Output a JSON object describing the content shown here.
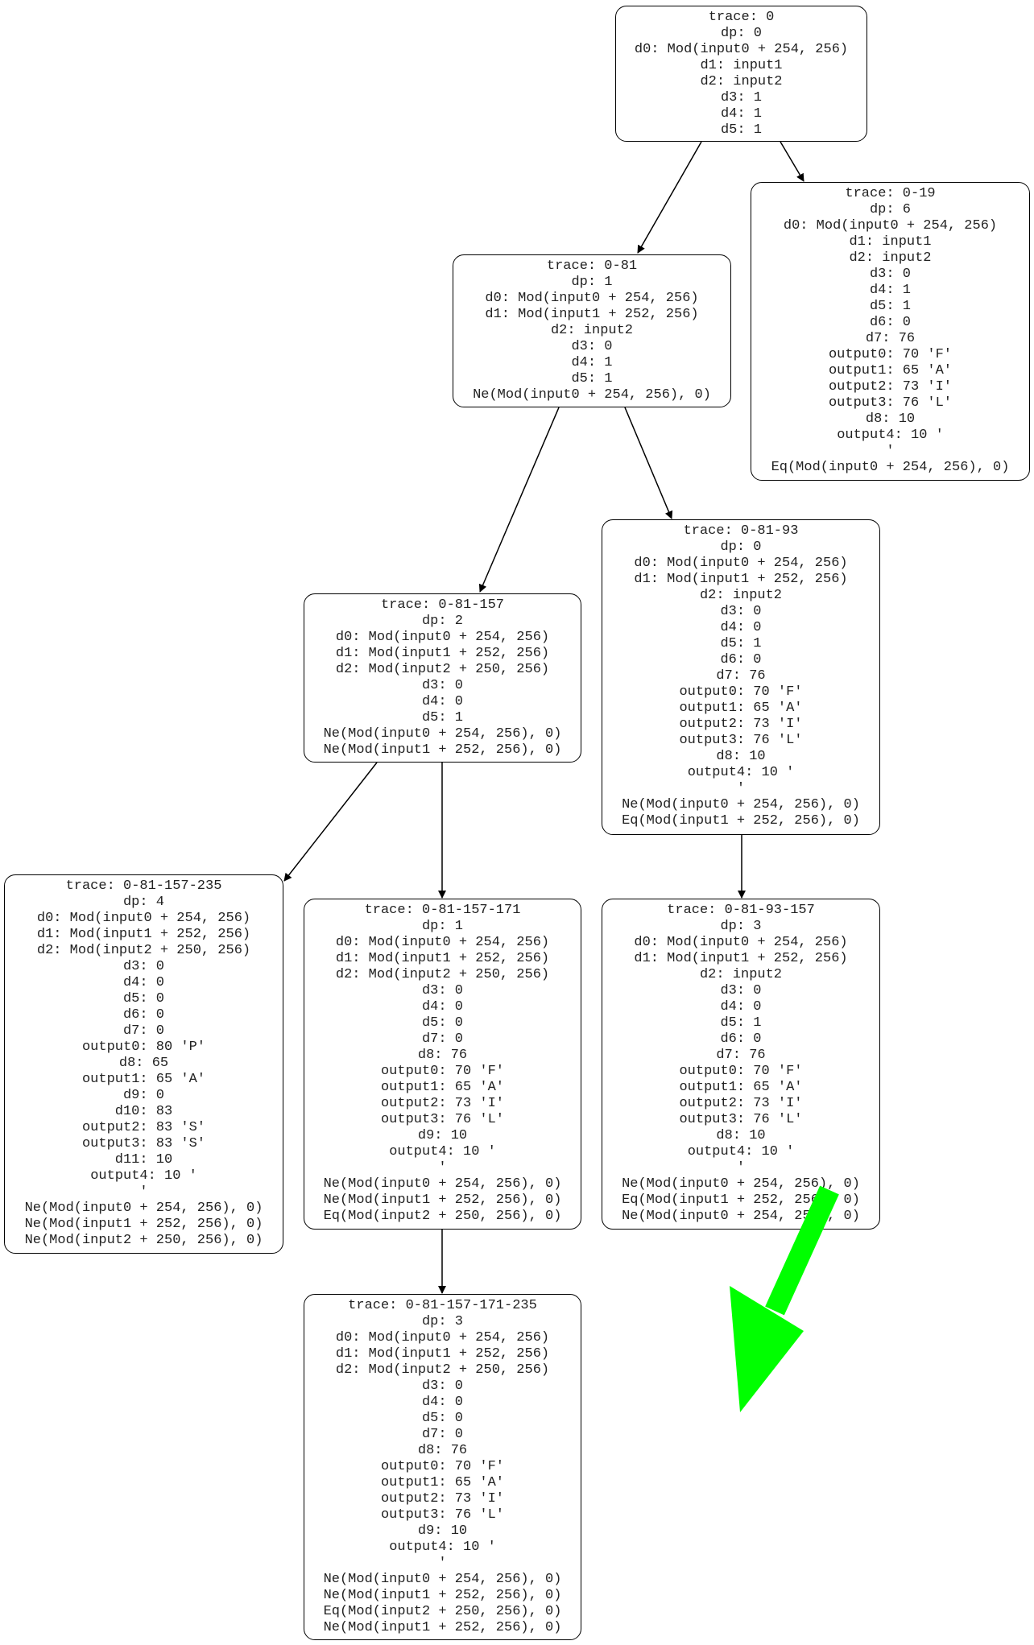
{
  "nodes": [
    {
      "id": "n0",
      "lines": [
        "trace: 0",
        "dp: 0",
        "d0: Mod(input0 + 254, 256)",
        "d1: input1",
        "d2: input2",
        "d3: 1",
        "d4: 1",
        "d5: 1"
      ]
    },
    {
      "id": "n0-19",
      "lines": [
        "trace: 0-19",
        "dp: 6",
        "d0: Mod(input0 + 254, 256)",
        "d1: input1",
        "d2: input2",
        "d3: 0",
        "d4: 1",
        "d5: 1",
        "d6: 0",
        "d7: 76",
        "output0: 70 'F'",
        "output1: 65 'A'",
        "output2: 73 'I'",
        "output3: 76 'L'",
        "d8: 10",
        "output4: 10 '",
        "'",
        "Eq(Mod(input0 + 254, 256), 0)"
      ]
    },
    {
      "id": "n0-81",
      "lines": [
        "trace: 0-81",
        "dp: 1",
        "d0: Mod(input0 + 254, 256)",
        "d1: Mod(input1 + 252, 256)",
        "d2: input2",
        "d3: 0",
        "d4: 1",
        "d5: 1",
        "Ne(Mod(input0 + 254, 256), 0)"
      ]
    },
    {
      "id": "n0-81-93",
      "lines": [
        "trace: 0-81-93",
        "dp: 0",
        "d0: Mod(input0 + 254, 256)",
        "d1: Mod(input1 + 252, 256)",
        "d2: input2",
        "d3: 0",
        "d4: 0",
        "d5: 1",
        "d6: 0",
        "d7: 76",
        "output0: 70 'F'",
        "output1: 65 'A'",
        "output2: 73 'I'",
        "output3: 76 'L'",
        "d8: 10",
        "output4: 10 '",
        "'",
        "Ne(Mod(input0 + 254, 256), 0)",
        "Eq(Mod(input1 + 252, 256), 0)"
      ]
    },
    {
      "id": "n0-81-157",
      "lines": [
        "trace: 0-81-157",
        "dp: 2",
        "d0: Mod(input0 + 254, 256)",
        "d1: Mod(input1 + 252, 256)",
        "d2: Mod(input2 + 250, 256)",
        "d3: 0",
        "d4: 0",
        "d5: 1",
        "Ne(Mod(input0 + 254, 256), 0)",
        "Ne(Mod(input1 + 252, 256), 0)"
      ]
    },
    {
      "id": "n0-81-157-235",
      "lines": [
        "trace: 0-81-157-235",
        "dp: 4",
        "d0: Mod(input0 + 254, 256)",
        "d1: Mod(input1 + 252, 256)",
        "d2: Mod(input2 + 250, 256)",
        "d3: 0",
        "d4: 0",
        "d5: 0",
        "d6: 0",
        "d7: 0",
        "output0: 80 'P'",
        "d8: 65",
        "output1: 65 'A'",
        "d9: 0",
        "d10: 83",
        "output2: 83 'S'",
        "output3: 83 'S'",
        "d11: 10",
        "output4: 10 '",
        "'",
        "Ne(Mod(input0 + 254, 256), 0)",
        "Ne(Mod(input1 + 252, 256), 0)",
        "Ne(Mod(input2 + 250, 256), 0)"
      ]
    },
    {
      "id": "n0-81-157-171",
      "lines": [
        "trace: 0-81-157-171",
        "dp: 1",
        "d0: Mod(input0 + 254, 256)",
        "d1: Mod(input1 + 252, 256)",
        "d2: Mod(input2 + 250, 256)",
        "d3: 0",
        "d4: 0",
        "d5: 0",
        "d7: 0",
        "d8: 76",
        "output0: 70 'F'",
        "output1: 65 'A'",
        "output2: 73 'I'",
        "output3: 76 'L'",
        "d9: 10",
        "output4: 10 '",
        "'",
        "Ne(Mod(input0 + 254, 256), 0)",
        "Ne(Mod(input1 + 252, 256), 0)",
        "Eq(Mod(input2 + 250, 256), 0)"
      ]
    },
    {
      "id": "n0-81-93-157",
      "lines": [
        "trace: 0-81-93-157",
        "dp: 3",
        "d0: Mod(input0 + 254, 256)",
        "d1: Mod(input1 + 252, 256)",
        "d2: input2",
        "d3: 0",
        "d4: 0",
        "d5: 1",
        "d6: 0",
        "d7: 76",
        "output0: 70 'F'",
        "output1: 65 'A'",
        "output2: 73 'I'",
        "output3: 76 'L'",
        "d8: 10",
        "output4: 10 '",
        "'",
        "Ne(Mod(input0 + 254, 256), 0)",
        "Eq(Mod(input1 + 252, 256), 0)",
        "Ne(Mod(input0 + 254, 256), 0)"
      ]
    },
    {
      "id": "n0-81-157-171-235",
      "lines": [
        "trace: 0-81-157-171-235",
        "dp: 3",
        "d0: Mod(input0 + 254, 256)",
        "d1: Mod(input1 + 252, 256)",
        "d2: Mod(input2 + 250, 256)",
        "d3: 0",
        "d4: 0",
        "d5: 0",
        "d7: 0",
        "d8: 76",
        "output0: 70 'F'",
        "output1: 65 'A'",
        "output2: 73 'I'",
        "output3: 76 'L'",
        "d9: 10",
        "output4: 10 '",
        "'",
        "Ne(Mod(input0 + 254, 256), 0)",
        "Ne(Mod(input1 + 252, 256), 0)",
        "Eq(Mod(input2 + 250, 256), 0)",
        "Ne(Mod(input1 + 252, 256), 0)"
      ]
    }
  ],
  "annotation": {
    "color": "#00ff00"
  }
}
